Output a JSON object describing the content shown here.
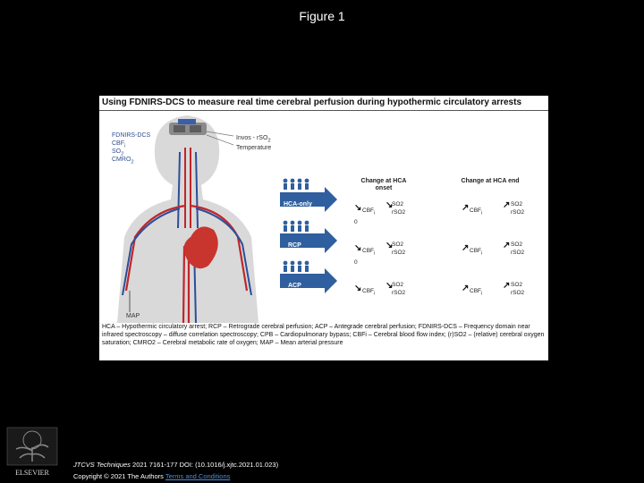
{
  "slide": {
    "title": "Figure 1"
  },
  "figure": {
    "heading": "Using FDNIRS-DCS to measure real time cerebral perfusion during hypothermic circulatory arrests",
    "device_labels": [
      "FDNIRS-DCS",
      "CBF",
      "SO",
      "CMRO"
    ],
    "device_subscripts": [
      "i",
      "2",
      "2"
    ],
    "side_labels": [
      "Invos - rSO",
      "Temperature"
    ],
    "side_subscript": "2",
    "map_label": "MAP",
    "columns": [
      "Change at HCA onset",
      "Change at HCA end"
    ],
    "procedures": [
      "HCA-only",
      "RCP",
      "ACP"
    ],
    "metric_cbf": "CBF",
    "metric_cbf_sub": "i",
    "metric_so2": "SO2",
    "metric_rso2": "rSO2",
    "zero_label": "0",
    "legend": "HCA – Hypothermic circulatory arrest; RCP – Retrograde cerebral perfusion; ACP – Antegrade cerebral perfusion; FDNIRS-DCS – Frequency domain near infrared spectroscopy – diffuse correlation spectroscopy; CPB – Cardiopulmonary bypass; CBFi – Cerebral blood flow index; (r)SO2 – (relative) cerebral oxygen saturation; CMRO2 – Cerebral metabolic rate of oxygen; MAP – Mean arterial pressure"
  },
  "footer": {
    "citation_journal": "JTCVS Techniques",
    "citation_rest": "2021 7161-177 DOI: (10.1016/j.xjtc.2021.01.023)",
    "copyright_text": "Copyright © 2021 The Authors",
    "license_link": "Terms and Conditions"
  },
  "logo": {
    "text": "ELSEVIER"
  },
  "colors": {
    "arrow_blue": "#2f5f9e",
    "artery_red": "#c0262a",
    "vein_blue": "#2c4e9a",
    "heart": "#c8352e"
  }
}
